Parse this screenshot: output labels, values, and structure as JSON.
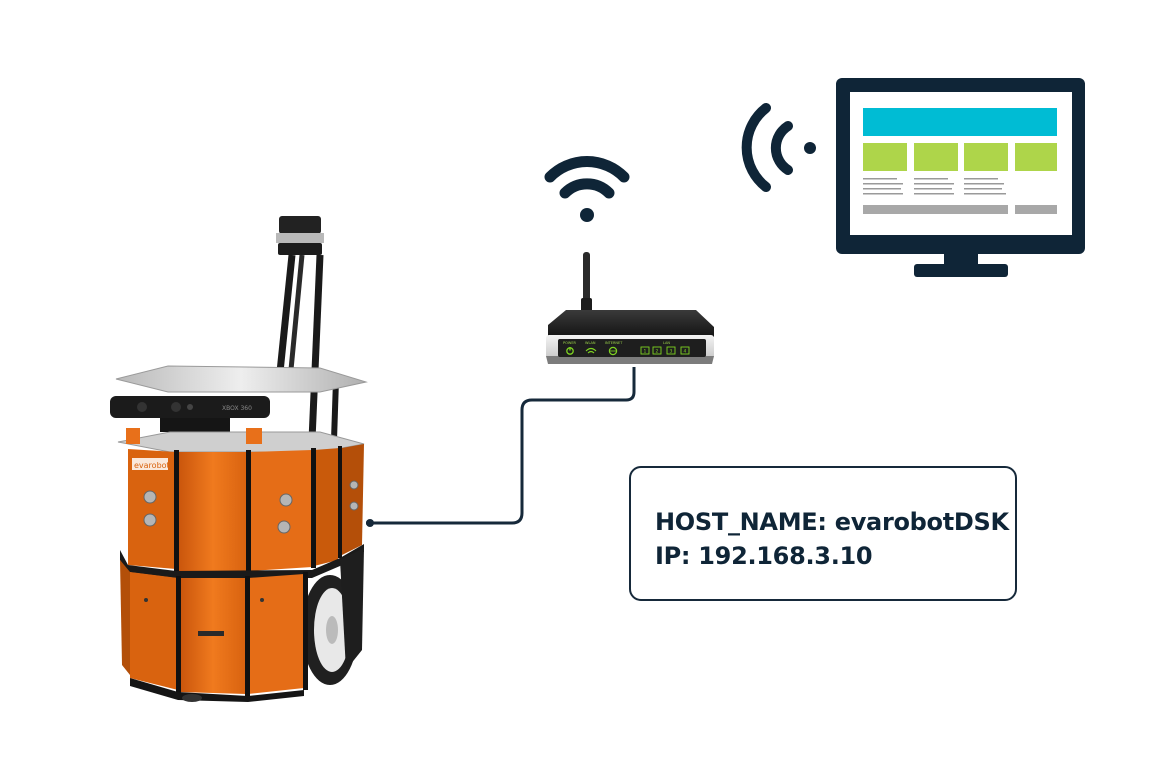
{
  "info_box": {
    "host_name": "HOST_NAME: evarobotDSK",
    "ip": "IP: 192.168.3.10"
  },
  "robot": {
    "brand_label": "evarobot",
    "camera_label": "XBOX 360"
  },
  "router": {
    "led_labels": [
      "POWER",
      "WLAN",
      "INTERNET",
      "LAN"
    ],
    "lan_ports": [
      "1",
      "2",
      "3",
      "4"
    ]
  },
  "colors": {
    "dark_navy": "#0f2537",
    "robot_orange": "#e8701a",
    "screen_cyan": "#00bcd4",
    "screen_green": "#aed54a",
    "screen_gray": "#a8a8a8",
    "led_green": "#7ed321"
  },
  "icons": [
    "wifi-icon",
    "wifi-signal-icon",
    "router-icon",
    "monitor-icon",
    "robot-image",
    "ethernet-cable"
  ]
}
